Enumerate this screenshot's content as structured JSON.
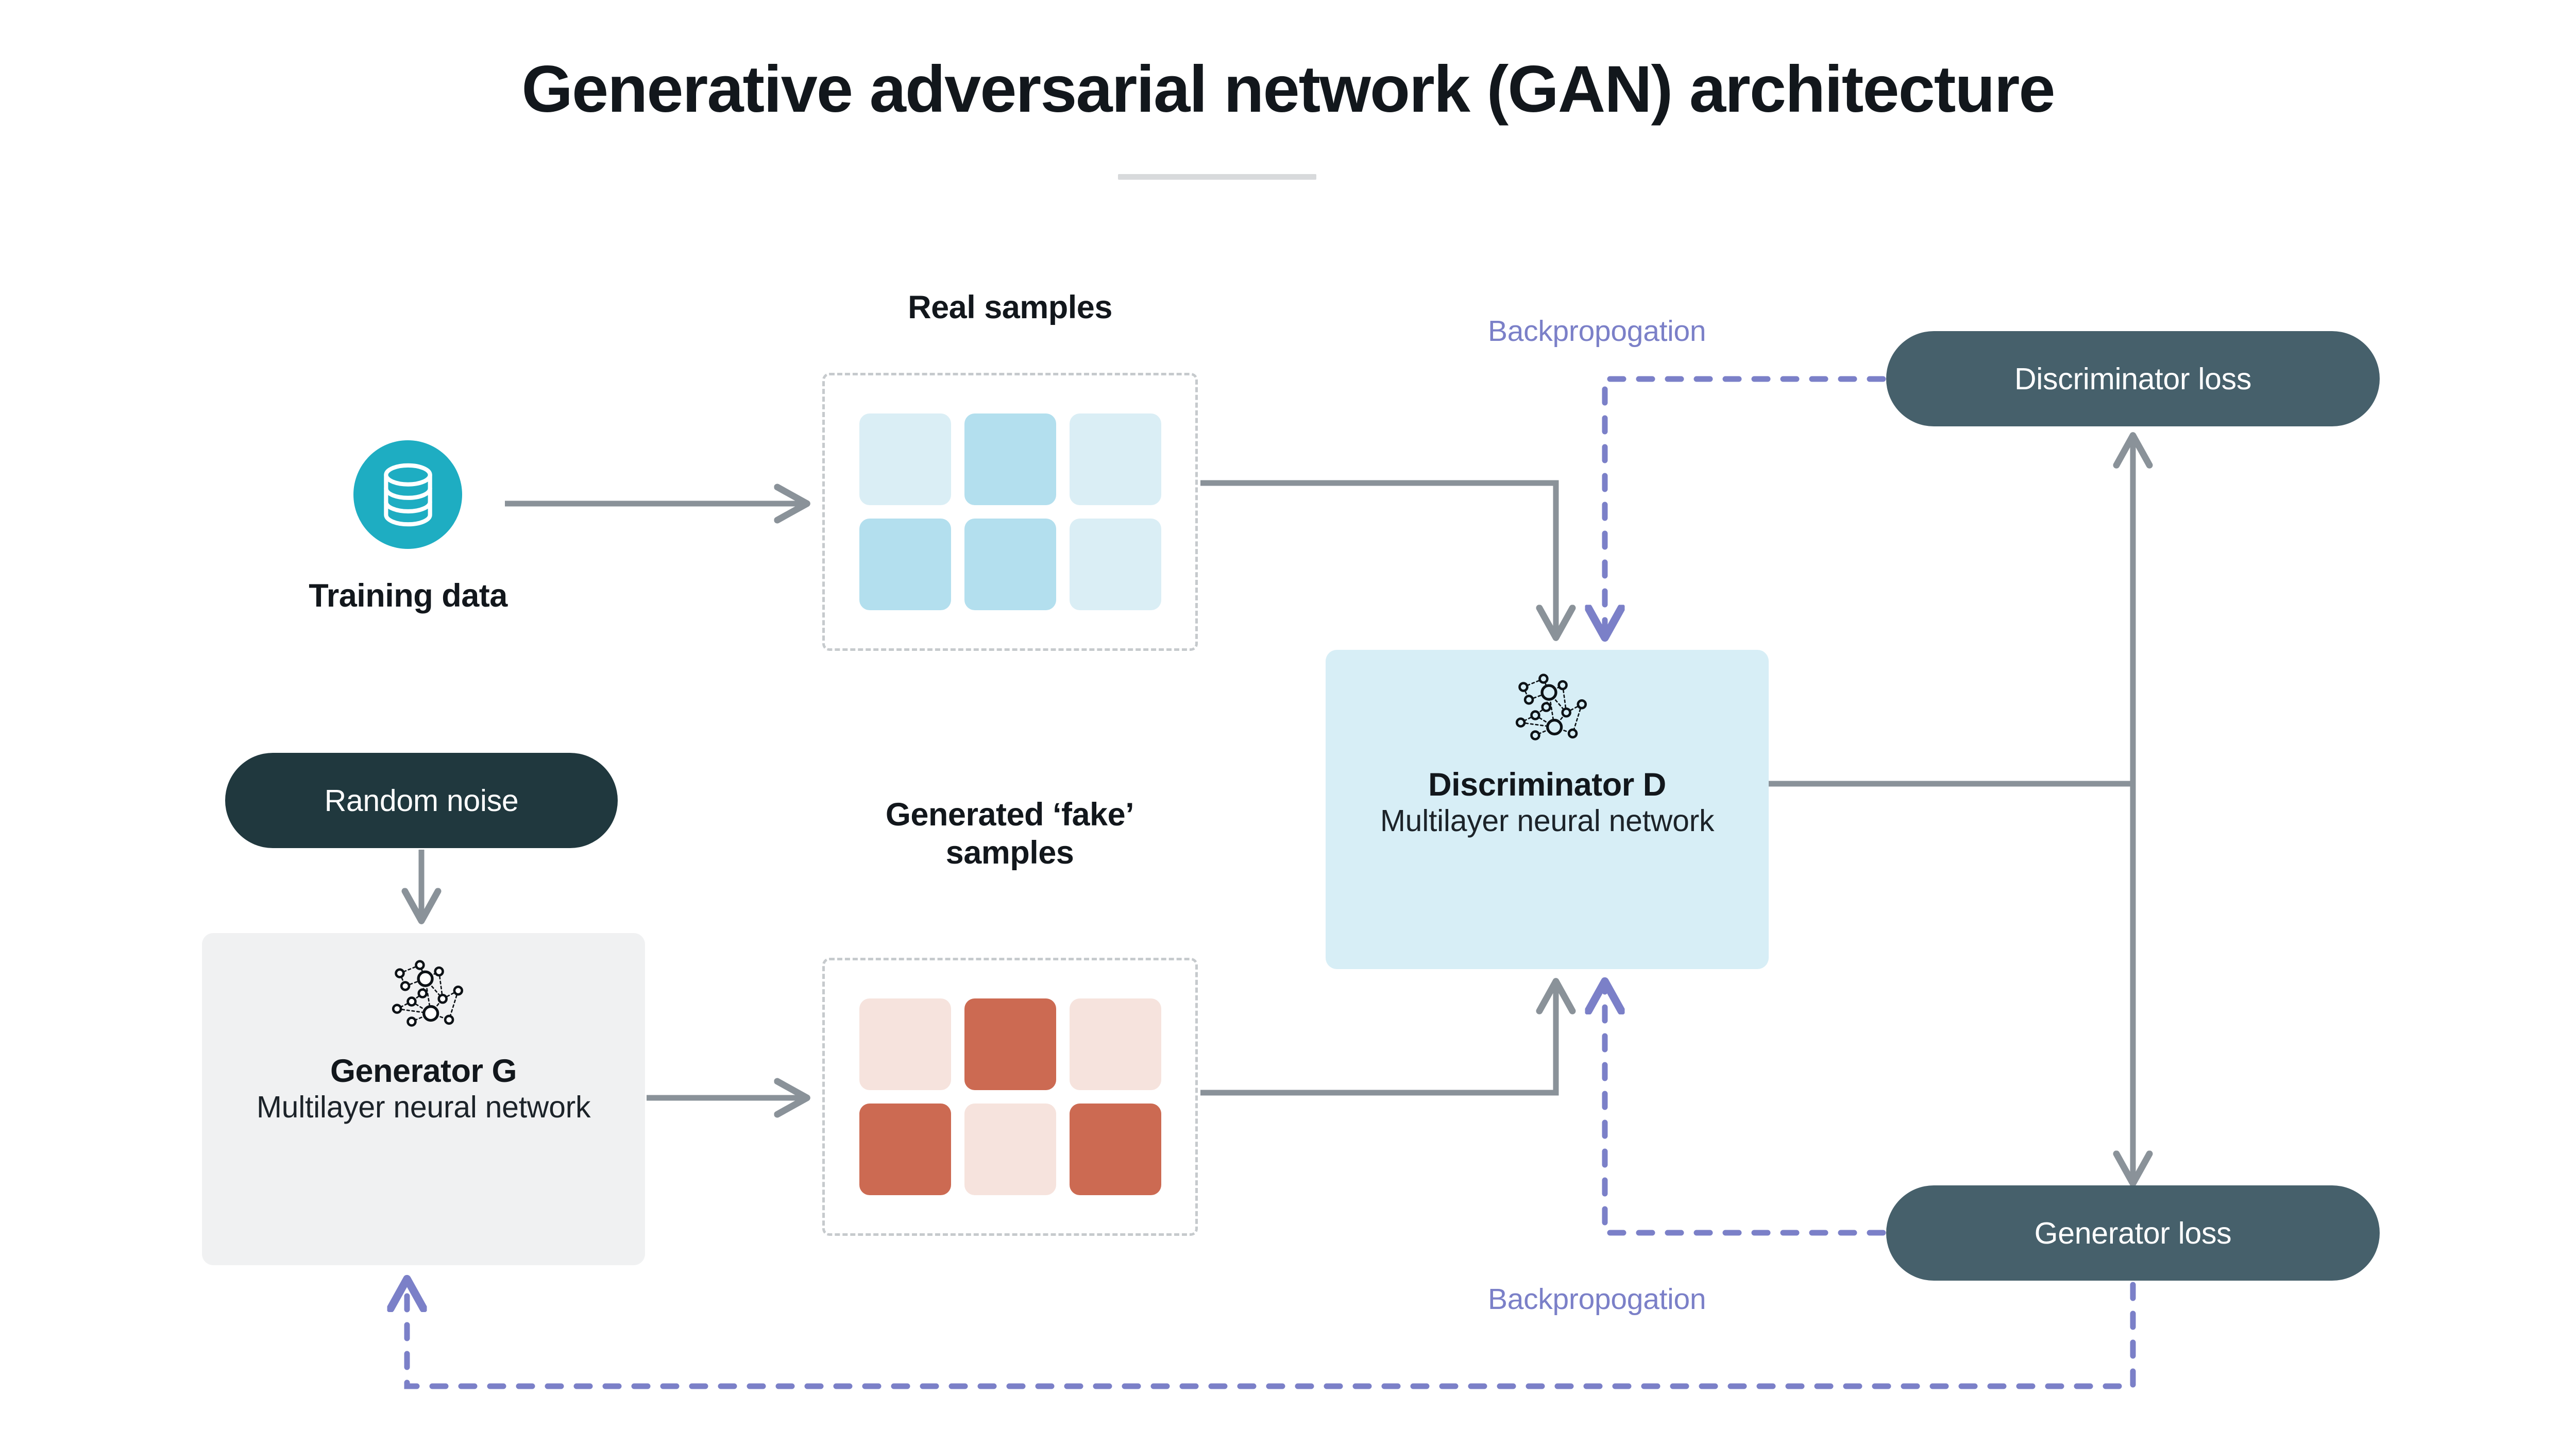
{
  "page": {
    "title": "Generative adversarial network (GAN) architecture",
    "background": "#ffffff"
  },
  "colors": {
    "title_text": "#12171c",
    "rule": "#d8dadc",
    "teal_badge": "#1eadc2",
    "pill_dark": "#20383e",
    "pill_slate": "#46606b",
    "generator_box": "#f0f1f2",
    "discriminator_box": "#d7eef6",
    "sample_border": "#c6cacd",
    "arrow_gray": "#8a9299",
    "backprop_purple": "#7b80c8",
    "real_tile_light": "#daeef5",
    "real_tile_dark": "#b3dfee",
    "fake_tile_light": "#f6e3dd",
    "fake_tile_dark": "#cc6a52"
  },
  "nodes": {
    "training_data": {
      "label": "Training data",
      "icon": "database-icon"
    },
    "random_noise": {
      "label": "Random noise"
    },
    "generator": {
      "title": "Generator G",
      "subtitle": "Multilayer neural network",
      "icon": "neural-network-icon"
    },
    "discriminator": {
      "title": "Discriminator D",
      "subtitle": "Multilayer neural network",
      "icon": "neural-network-icon"
    },
    "discriminator_loss": {
      "label": "Discriminator loss"
    },
    "generator_loss": {
      "label": "Generator loss"
    }
  },
  "samples": {
    "real": {
      "label": "Real samples",
      "tiles": [
        "#daeef5",
        "#b3dfee",
        "#daeef5",
        "#b3dfee",
        "#b3dfee",
        "#daeef5"
      ]
    },
    "fake": {
      "label_line1": "Generated ‘fake’",
      "label_line2": "samples",
      "tiles": [
        "#f6e3dd",
        "#cc6a52",
        "#f6e3dd",
        "#cc6a52",
        "#f6e3dd",
        "#cc6a52"
      ]
    }
  },
  "annotations": {
    "backprop_top": "Backpropogation",
    "backprop_bottom": "Backpropogation"
  }
}
